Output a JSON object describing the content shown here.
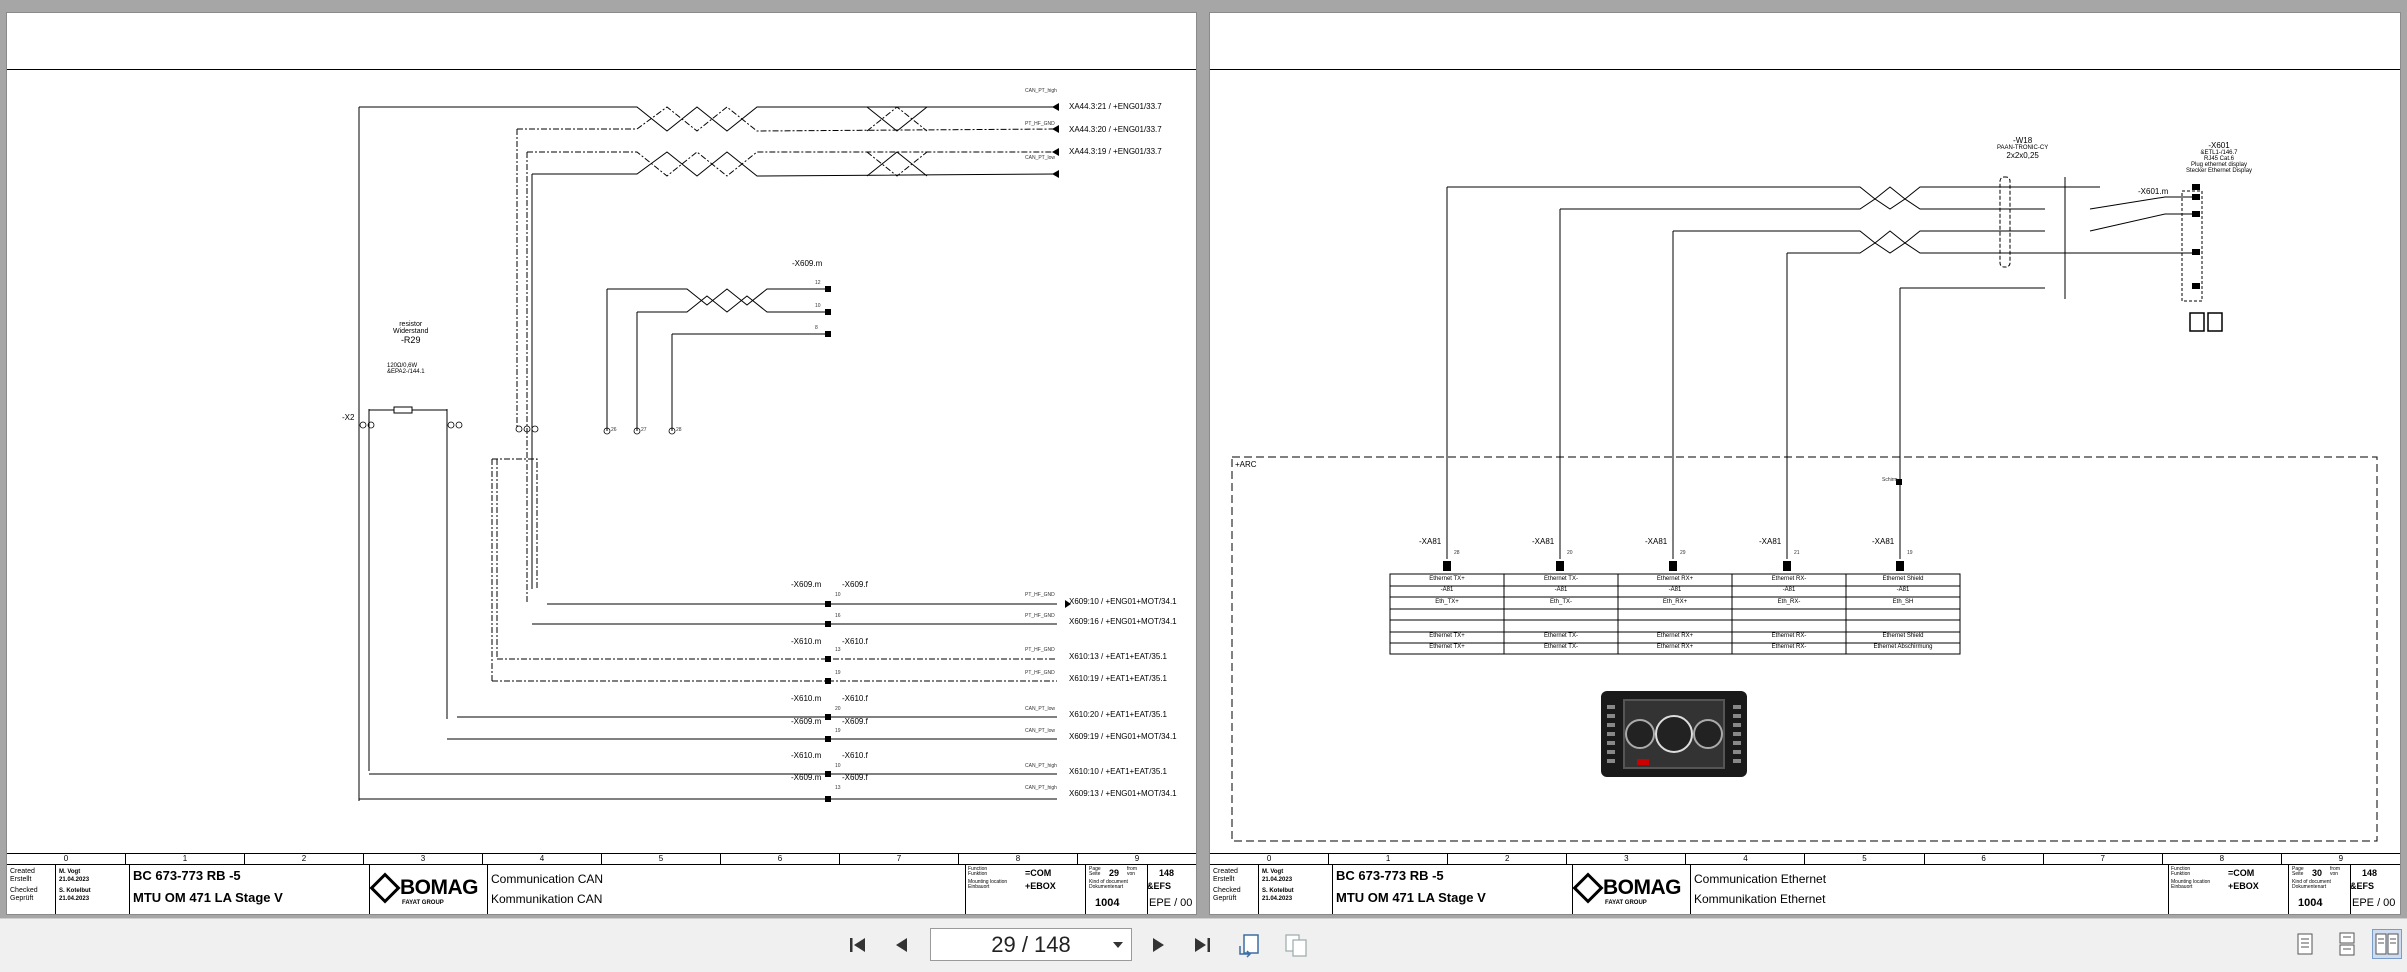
{
  "left_page": {
    "column_numbers": [
      "0",
      "1",
      "2",
      "3",
      "4",
      "5",
      "6",
      "7",
      "8",
      "9"
    ],
    "resistor": {
      "line1": "resistor",
      "line2": "Widerstand",
      "ref": "-R29",
      "value": "120Ω/0,6W",
      "code": "&EPA2-/144.1"
    },
    "x2_label": "-X2",
    "bus_labels": [
      "CAN_PT_high",
      "PT_HF_GND",
      "CAN_PT_low"
    ],
    "top_terminals": [
      "XA44.3:21 / +ENG01/33.7",
      "XA44.3:20 / +ENG01/33.7",
      "XA44.3:19 / +ENG01/33.7"
    ],
    "mid_connector": {
      "title": "-X609.m",
      "pins": [
        "12",
        "10",
        "8"
      ],
      "bottom_pins": [
        "26",
        "27",
        "28"
      ]
    },
    "right_rows": [
      {
        "left": "-X609.m",
        "right": "-X609.f",
        "pin": "10",
        "target": "X609:10 / +ENG01+MOT/34.1",
        "signal": "PT_HF_GND"
      },
      {
        "left": "",
        "right": "",
        "pin": "16",
        "target": "X609:16 / +ENG01+MOT/34.1",
        "signal": "PT_HF_GND"
      },
      {
        "left": "-X610.m",
        "right": "-X610.f",
        "pin": "13",
        "target": "X610:13 / +EAT1+EAT/35.1",
        "signal": "PT_HF_GND"
      },
      {
        "left": "",
        "right": "",
        "pin": "19",
        "target": "X610:19 / +EAT1+EAT/35.1",
        "signal": "PT_HF_GND"
      },
      {
        "left": "-X610.m",
        "right": "-X610.f",
        "pin": "20",
        "target": "X610:20 / +EAT1+EAT/35.1",
        "signal": "CAN_PT_low"
      },
      {
        "left": "-X609.m",
        "right": "-X609.f",
        "pin": "19",
        "target": "X609:19 / +ENG01+MOT/34.1",
        "signal": "CAN_PT_low"
      },
      {
        "left": "-X610.m",
        "right": "-X610.f",
        "pin": "10",
        "target": "X610:10 / +EAT1+EAT/35.1",
        "signal": "CAN_PT_high"
      },
      {
        "left": "-X609.m",
        "right": "-X609.f",
        "pin": "13",
        "target": "X609:13 / +ENG01+MOT/34.1",
        "signal": "CAN_PT_high"
      }
    ],
    "title_block": {
      "created_label": "Created",
      "created_label_de": "Erstellt",
      "created_by": "M. Vogt",
      "created_date": "21.04.2023",
      "checked_label": "Checked",
      "checked_label_de": "Geprüft",
      "checked_by": "S. Kotelbut",
      "checked_date": "21.04.2023",
      "product": "BC 673-773 RB -5",
      "engine": "MTU OM 471 LA Stage V",
      "brand": "BOMAG",
      "brand_sub": "FAYAT GROUP",
      "title_en": "Communication CAN",
      "title_de": "Kommunikation CAN",
      "function": "=COM",
      "location": "+EBOX",
      "page_num": "29",
      "page_total": "148",
      "kind": "&EFS",
      "doc_number": "1004",
      "revision": "EPE / 00"
    }
  },
  "right_page": {
    "column_numbers": [
      "0",
      "1",
      "2",
      "3",
      "4",
      "5",
      "6",
      "7",
      "8",
      "9"
    ],
    "cable": {
      "ref": "-W18",
      "type": "PAAN-TRONIC-CY",
      "spec": "2x2x0,25"
    },
    "plug": {
      "ref": "-X601",
      "code": "&ETL1-/146.7",
      "type": "RJ45 Cat.6",
      "desc_en": "Plug ethernet display",
      "desc_de": "Stecker Ethernet Display"
    },
    "plug_ref_m": "-X601.m",
    "arc_label": "+ARC",
    "shield_label": "Schirm",
    "xa81_columns": [
      {
        "ref": "-XA81",
        "pin": "28",
        "rows": [
          "Ethernet TX+",
          "-A81",
          "Eth_TX+",
          "",
          "",
          "Ethernet TX+",
          "Ethernet TX+"
        ]
      },
      {
        "ref": "-XA81",
        "pin": "20",
        "rows": [
          "Ethernet TX-",
          "-A81",
          "Eth_TX-",
          "",
          "",
          "Ethernet TX-",
          "Ethernet TX-"
        ]
      },
      {
        "ref": "-XA81",
        "pin": "29",
        "rows": [
          "Ethernet RX+",
          "-A81",
          "Eth_RX+",
          "",
          "",
          "Ethernet RX+",
          "Ethernet RX+"
        ]
      },
      {
        "ref": "-XA81",
        "pin": "21",
        "rows": [
          "Ethernet RX-",
          "-A81",
          "Eth_RX-",
          "",
          "",
          "Ethernet RX-",
          "Ethernet RX-"
        ]
      },
      {
        "ref": "-XA81",
        "pin": "19",
        "rows": [
          "Ethernet Shield",
          "-A81",
          "Eth_SH",
          "",
          "",
          "Ethernet Shield",
          "Ethernet Abschirmung"
        ]
      }
    ],
    "title_block": {
      "created_label": "Created",
      "created_label_de": "Erstellt",
      "created_by": "M. Vogt",
      "created_date": "21.04.2023",
      "checked_label": "Checked",
      "checked_label_de": "Geprüft",
      "checked_by": "S. Kotelbut",
      "checked_date": "21.04.2023",
      "product": "BC 673-773 RB -5",
      "engine": "MTU OM 471 LA Stage V",
      "brand": "BOMAG",
      "brand_sub": "FAYAT GROUP",
      "title_en": "Communication Ethernet",
      "title_de": "Kommunikation Ethernet",
      "function": "=COM",
      "location": "+EBOX",
      "page_num": "30",
      "page_total": "148",
      "kind": "&EFS",
      "doc_number": "1004",
      "revision": "EPE / 00"
    }
  },
  "title_block_labels": {
    "function": "Function",
    "function_de": "Funktion",
    "location": "Mounting location",
    "location_de": "Einbauort",
    "page": "Page",
    "page_de": "Seite",
    "from": "from",
    "from_de": "von",
    "kind": "Kind of document",
    "kind_de": "Dokumentenart"
  },
  "toolbar": {
    "page_indicator": "29 / 148",
    "icons": [
      "first-page-icon",
      "prev-page-icon",
      "next-page-icon",
      "last-page-icon",
      "rotate-icon",
      "copy-icon",
      "single-page-view-icon",
      "continuous-view-icon",
      "two-page-view-icon"
    ]
  }
}
